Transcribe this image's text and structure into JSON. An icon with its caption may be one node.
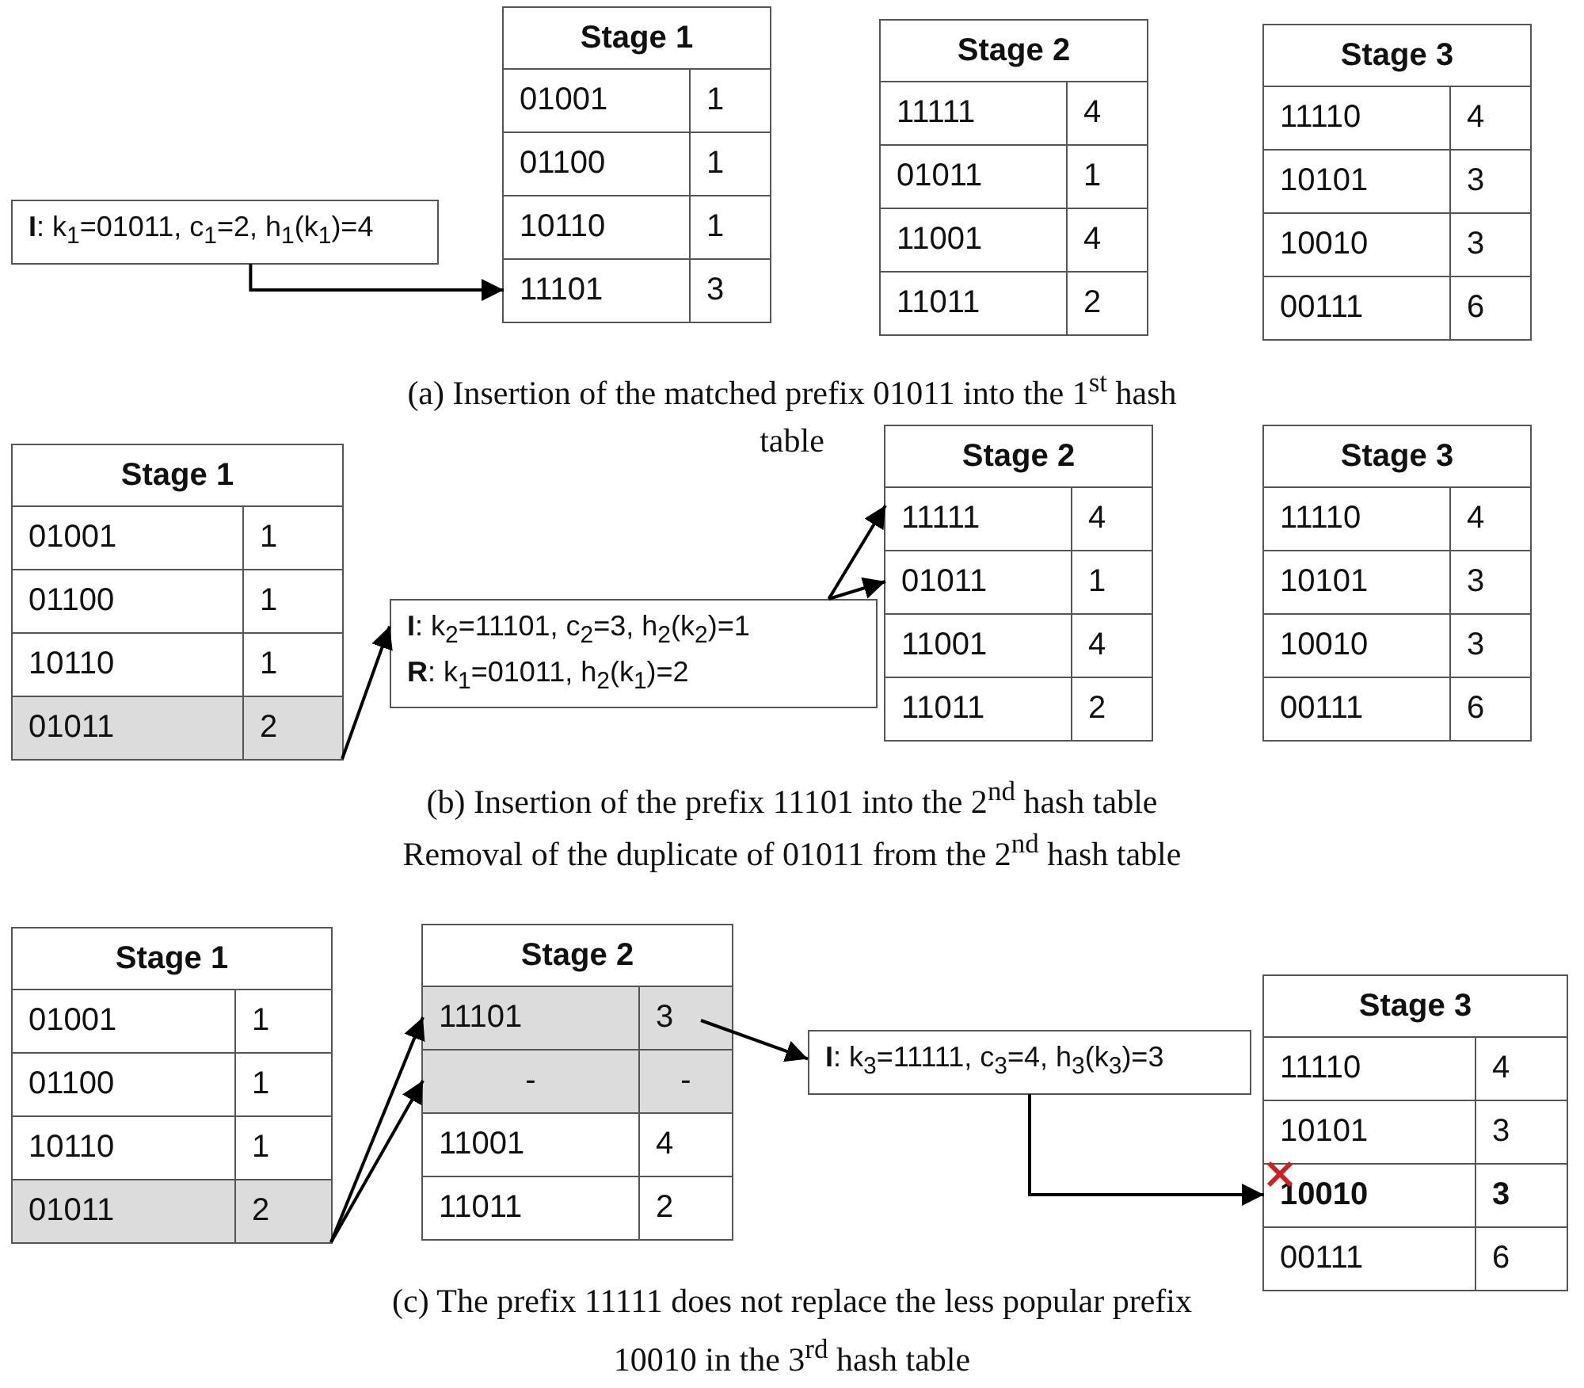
{
  "diagram": {
    "nodes": [
      {
        "text": [
          "Stage 1"
        ]
      },
      {
        "text": [
          "01001",
          "1"
        ],
        "in": 0
      },
      {
        "text": [
          "01100",
          "1"
        ],
        "in": 0
      },
      {
        "text": [
          "10110",
          "1"
        ],
        "in": 0
      },
      {
        "text": [
          "11101",
          "3"
        ],
        "in": 0
      },
      {
        "text": [
          "Stage 2"
        ]
      },
      {
        "text": [
          "11111",
          "4"
        ],
        "in": 5
      },
      {
        "text": [
          "01011",
          "1"
        ],
        "in": 5
      },
      {
        "text": [
          "11001",
          "4"
        ],
        "in": 5
      },
      {
        "text": [
          "11011",
          "2"
        ],
        "in": 5
      },
      {
        "text": [
          "Stage 3"
        ]
      },
      {
        "text": [
          "11110",
          "4"
        ],
        "in": 10
      },
      {
        "text": [
          "10101",
          "3"
        ],
        "in": 10
      },
      {
        "text": [
          "10010",
          "3"
        ],
        "in": 10
      },
      {
        "text": [
          "00111",
          "6"
        ],
        "in": 10
      },
      {
        "text": [
          "**I**: k$_{1}$=01011, c$_{1}$=2, h$_{1}$(k$_{1}$)=4"
        ]
      },
      {
        "text": [
          "Stage 1"
        ]
      },
      {
        "text": [
          "01001",
          "1"
        ],
        "in": 16
      },
      {
        "text": [
          "01100",
          "1"
        ],
        "in": 16
      },
      {
        "text": [
          "10110",
          "1"
        ],
        "in": 16
      },
      {
        "text": [
          "01011",
          "2"
        ],
        "in": 16
      },
      {
        "text": [
          "**I**: k$_{2}$=11101, c$_{2}$=3, h$_{2}$(k$_{2}$)=1",
          "**R**: k$_{1}$=01011, h$_{2}$(k$_{1}$)=2"
        ]
      },
      {
        "text": [
          "Stage 2"
        ]
      },
      {
        "text": [
          "11111",
          "4"
        ],
        "in": 22
      },
      {
        "text": [
          "01011",
          "1"
        ],
        "in": 22
      },
      {
        "text": [
          "11001",
          "4"
        ],
        "in": 22
      },
      {
        "text": [
          "11011",
          "2"
        ],
        "in": 22
      },
      {
        "text": [
          "Stage 3"
        ]
      },
      {
        "text": [
          "11110",
          "4"
        ],
        "in": 27
      },
      {
        "text": [
          "10101",
          "3"
        ],
        "in": 27
      },
      {
        "text": [
          "10010",
          "3"
        ],
        "in": 27
      },
      {
        "text": [
          "00111",
          "6"
        ],
        "in": 27
      },
      {
        "text": [
          "Stage 1"
        ]
      },
      {
        "text": [
          "01001",
          "1"
        ],
        "in": 32
      },
      {
        "text": [
          "01100",
          "1"
        ],
        "in": 32
      },
      {
        "text": [
          "10110",
          "1"
        ],
        "in": 32
      },
      {
        "text": [
          "01011",
          "2"
        ],
        "in": 32
      },
      {
        "text": [
          "Stage 2"
        ]
      },
      {
        "text": [
          "11101",
          "3"
        ],
        "in": 37
      },
      {
        "text": [
          "-",
          "-"
        ],
        "in": 37
      },
      {
        "text": [
          "11001",
          "4"
        ],
        "in": 37
      },
      {
        "text": [
          "11011",
          "2"
        ],
        "in": 37
      },
      {
        "text": [
          "**I**: k$_{3}$=11111, c$_{3}$=4, h$_{3}$(k$_{3}$)=3"
        ]
      },
      {
        "text": [
          "Stage 3"
        ]
      },
      {
        "text": [
          "11110",
          "4"
        ],
        "in": 43
      },
      {
        "text": [
          "10101",
          "3"
        ],
        "in": 43
      },
      {
        "text": [
          "10010",
          "3"
        ],
        "in": 43
      },
      {
        "text": [
          "00111",
          "6"
        ],
        "in": 43
      }
    ],
    "edges": [
      {
        "from": 15,
        "to": 4,
        "arrow": "to"
      },
      {
        "from": 20,
        "to": 21,
        "arrow": "to"
      },
      {
        "from": 21,
        "to": 23,
        "arrow": "to"
      },
      {
        "from": 21,
        "to": 24,
        "arrow": "to"
      },
      {
        "from": 36,
        "to": 38,
        "arrow": "to"
      },
      {
        "from": 36,
        "to": 39,
        "arrow": "to"
      },
      {
        "from": 38,
        "to": 42,
        "arrow": "to"
      },
      {
        "from": 42,
        "to": 46,
        "arrow": "to"
      }
    ],
    "labels": [
      "(a) Insertion of the matched prefix 01011 into the 1$^{st}$ hash table",
      "(b) Insertion of the prefix 11101 into the 2$^{nd}$ hash table",
      "Removal of the duplicate of 01011 from the 2$^{nd}$ hash table",
      "(c) The prefix 11111 does not replace the less popular prefix 10010 in the 3$^{rd}$ hash table"
    ]
  }
}
